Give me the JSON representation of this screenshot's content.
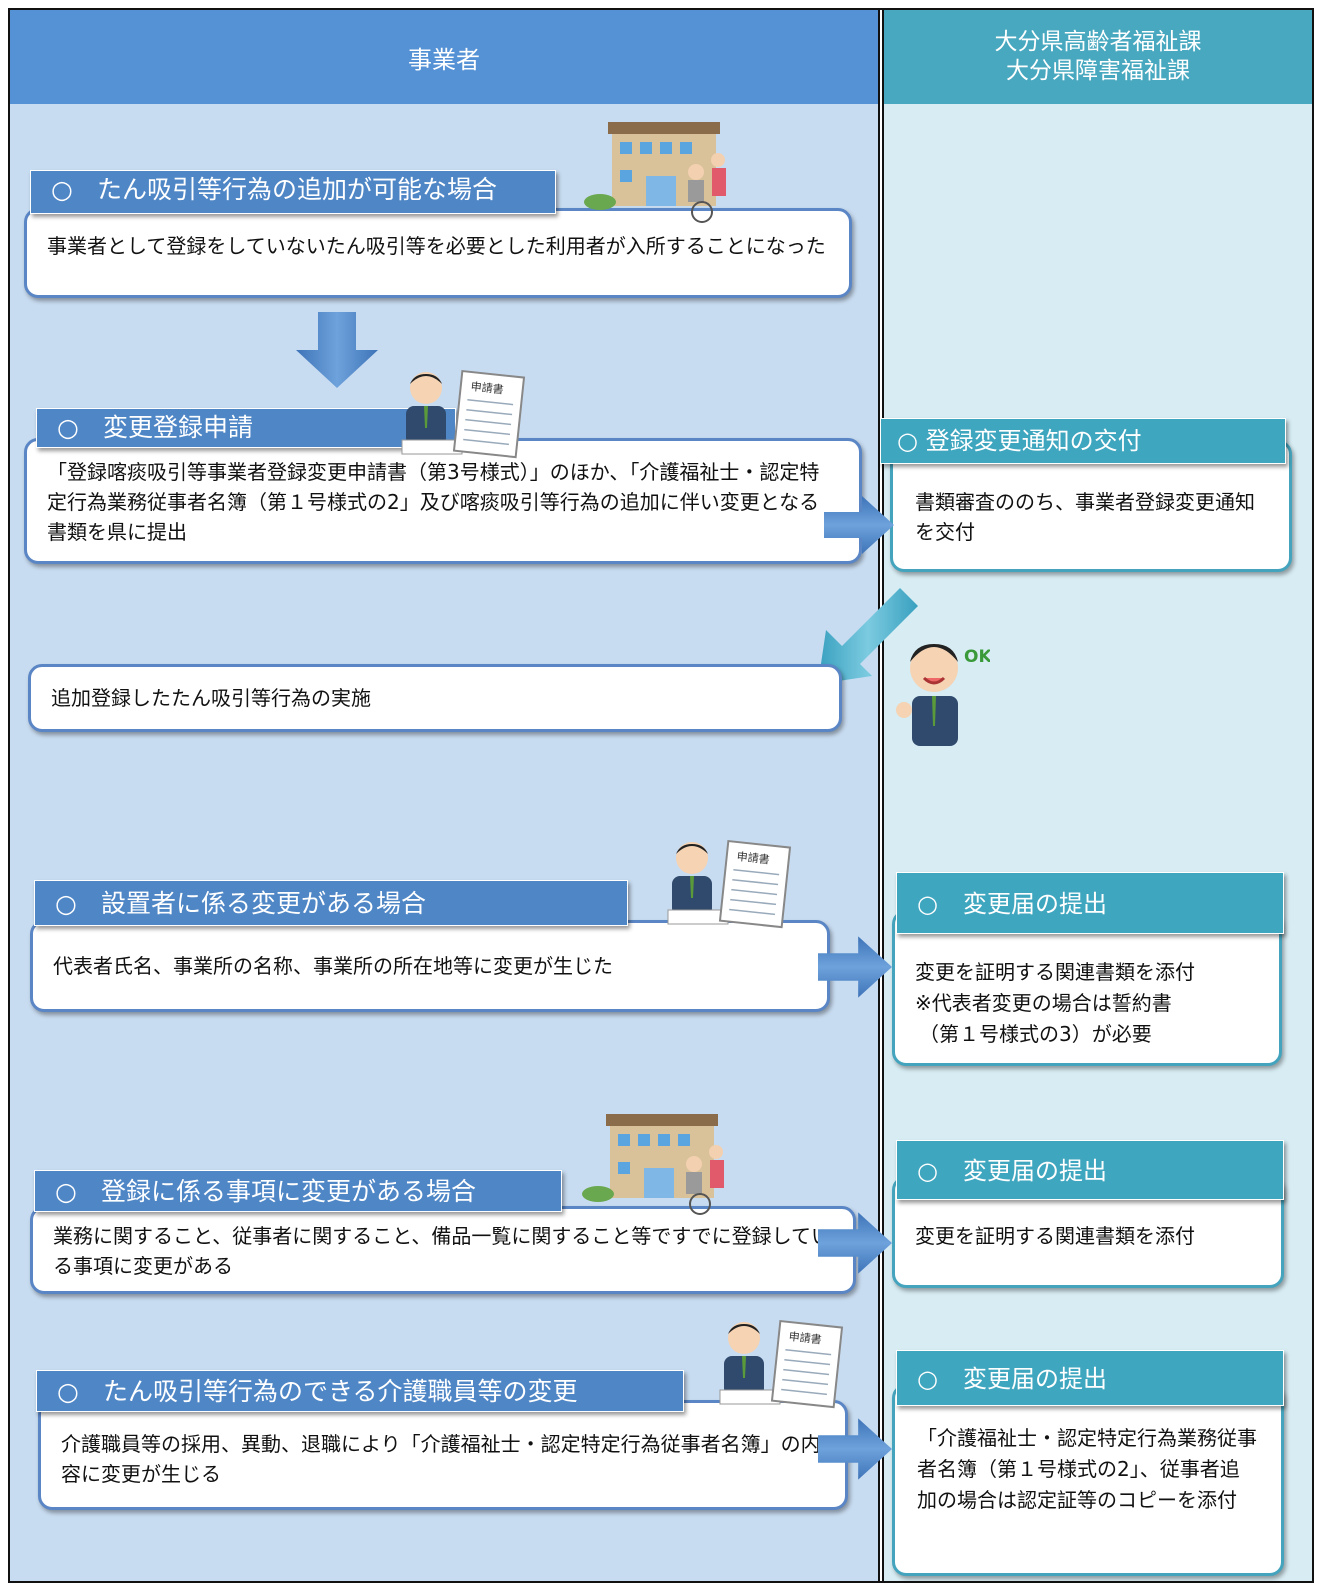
{
  "header": {
    "left_title": "事業者",
    "right_title_line1": "大分県高齢者福祉課",
    "right_title_line2": "大分県障害福祉課"
  },
  "sections": [
    {
      "tab_marker": "○",
      "tab_label": "たん吸引等行為の追加が可能な場合",
      "text": "事業者として登録をしていないたん吸引等を必要とした利用者が入所することになった"
    },
    {
      "tab_marker": "○",
      "tab_label": "変更登録申請",
      "text": "「登録喀痰吸引等事業者登録変更申請書（第3号様式）」のほか、「介護福祉士・認定特定行為業務従事者名簿（第１号様式の2」及び喀痰吸引等行為の追加に伴い変更となる書類を県に提出",
      "right_tab_marker": "○",
      "right_tab_label": "登録変更通知の交付",
      "right_text": "書類審査ののち、事業者登録変更通知を交付"
    },
    {
      "text": "追加登録したたん吸引等行為の実施"
    },
    {
      "tab_marker": "○",
      "tab_label": "設置者に係る変更がある場合",
      "text": "代表者氏名、事業所の名称、事業所の所在地等に変更が生じた",
      "right_tab_marker": "○",
      "right_tab_label": "変更届の提出",
      "right_lines": [
        "変更を証明する関連書類を添付",
        "※代表者変更の場合は誓約書",
        "（第１号様式の3）が必要"
      ]
    },
    {
      "tab_marker": "○",
      "tab_label": "登録に係る事項に変更がある場合",
      "text": "業務に関すること、従事者に関すること、備品一覧に関すること等ですでに登録している事項に変更がある",
      "right_tab_marker": "○",
      "right_tab_label": "変更届の提出",
      "right_text": "変更を証明する関連書類を添付"
    },
    {
      "tab_marker": "○",
      "tab_label": "たん吸引等行為のできる介護職員等の変更",
      "text": "介護職員等の採用、異動、退職により「介護福祉士・認定特定行為従事者名簿」の内容に変更が生じる",
      "right_tab_marker": "○",
      "right_tab_label": "変更届の提出",
      "right_text": "「介護福祉士・認定特定行為業務従事者名簿（第１号様式の2」、従事者追加の場合は認定証等のコピーを添付"
    }
  ],
  "illustrations": {
    "form_title": "申請書",
    "ok_text": "OK!"
  },
  "colors": {
    "left_header": "#5491d5",
    "right_header": "#47a8bf",
    "left_background": "#c8dcf1",
    "right_background": "#d7ecf3",
    "arrow_blue": "#4a86c8"
  }
}
